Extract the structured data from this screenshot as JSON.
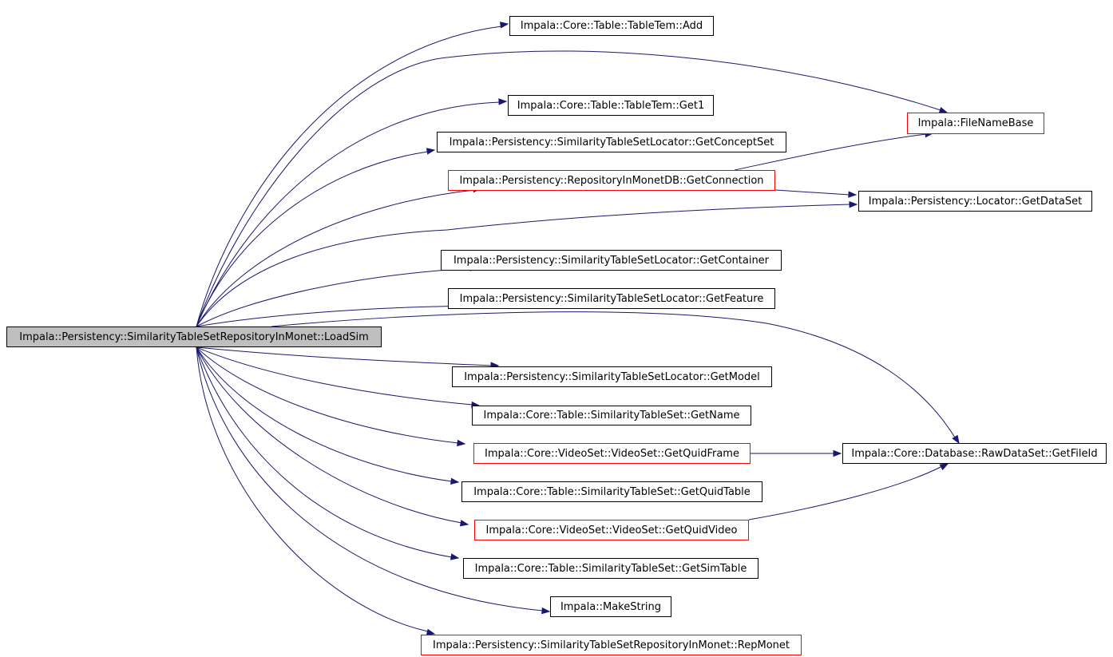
{
  "colors": {
    "edge": "#191970",
    "root_fill": "#bfbfbf",
    "node_border": "#000000",
    "incomplete_border": "#ff0000"
  },
  "nodes": [
    {
      "id": "root",
      "label": "Impala::Persistency::SimilarityTableSetRepositoryInMonet::LoadSim",
      "style": "root"
    },
    {
      "id": "add",
      "label": "Impala::Core::Table::TableTem::Add",
      "style": "normal"
    },
    {
      "id": "filenamebase",
      "label": "Impala::FileNameBase",
      "style": "red"
    },
    {
      "id": "get1",
      "label": "Impala::Core::Table::TableTem::Get1",
      "style": "normal"
    },
    {
      "id": "getconceptset",
      "label": "Impala::Persistency::SimilarityTableSetLocator::GetConceptSet",
      "style": "normal"
    },
    {
      "id": "getconnection",
      "label": "Impala::Persistency::RepositoryInMonetDB::GetConnection",
      "style": "red"
    },
    {
      "id": "getdataset",
      "label": "Impala::Persistency::Locator::GetDataSet",
      "style": "normal"
    },
    {
      "id": "getcontainer",
      "label": "Impala::Persistency::SimilarityTableSetLocator::GetContainer",
      "style": "normal"
    },
    {
      "id": "getfeature",
      "label": "Impala::Persistency::SimilarityTableSetLocator::GetFeature",
      "style": "normal"
    },
    {
      "id": "getmodel",
      "label": "Impala::Persistency::SimilarityTableSetLocator::GetModel",
      "style": "normal"
    },
    {
      "id": "getname",
      "label": "Impala::Core::Table::SimilarityTableSet::GetName",
      "style": "normal"
    },
    {
      "id": "getquidframe",
      "label": "Impala::Core::VideoSet::VideoSet::GetQuidFrame",
      "style": "red"
    },
    {
      "id": "getfileid",
      "label": "Impala::Core::Database::RawDataSet::GetFileId",
      "style": "normal"
    },
    {
      "id": "getquidtable",
      "label": "Impala::Core::Table::SimilarityTableSet::GetQuidTable",
      "style": "normal"
    },
    {
      "id": "getquidvideo",
      "label": "Impala::Core::VideoSet::VideoSet::GetQuidVideo",
      "style": "red"
    },
    {
      "id": "getsimtable",
      "label": "Impala::Core::Table::SimilarityTableSet::GetSimTable",
      "style": "normal"
    },
    {
      "id": "makestring",
      "label": "Impala::MakeString",
      "style": "normal"
    },
    {
      "id": "repmonet",
      "label": "Impala::Persistency::SimilarityTableSetRepositoryInMonet::RepMonet",
      "style": "red"
    }
  ],
  "edges": [
    {
      "from": "root",
      "to": "add"
    },
    {
      "from": "root",
      "to": "filenamebase"
    },
    {
      "from": "root",
      "to": "get1"
    },
    {
      "from": "root",
      "to": "getconceptset"
    },
    {
      "from": "root",
      "to": "getconnection"
    },
    {
      "from": "root",
      "to": "getdataset"
    },
    {
      "from": "root",
      "to": "getcontainer"
    },
    {
      "from": "root",
      "to": "getfeature"
    },
    {
      "from": "root",
      "to": "getfileid"
    },
    {
      "from": "root",
      "to": "getmodel"
    },
    {
      "from": "root",
      "to": "getname"
    },
    {
      "from": "root",
      "to": "getquidframe"
    },
    {
      "from": "root",
      "to": "getquidtable"
    },
    {
      "from": "root",
      "to": "getquidvideo"
    },
    {
      "from": "root",
      "to": "getsimtable"
    },
    {
      "from": "root",
      "to": "makestring"
    },
    {
      "from": "root",
      "to": "repmonet"
    },
    {
      "from": "getconnection",
      "to": "filenamebase"
    },
    {
      "from": "getconnection",
      "to": "getdataset"
    },
    {
      "from": "getquidframe",
      "to": "getfileid"
    },
    {
      "from": "getquidvideo",
      "to": "getfileid"
    }
  ]
}
